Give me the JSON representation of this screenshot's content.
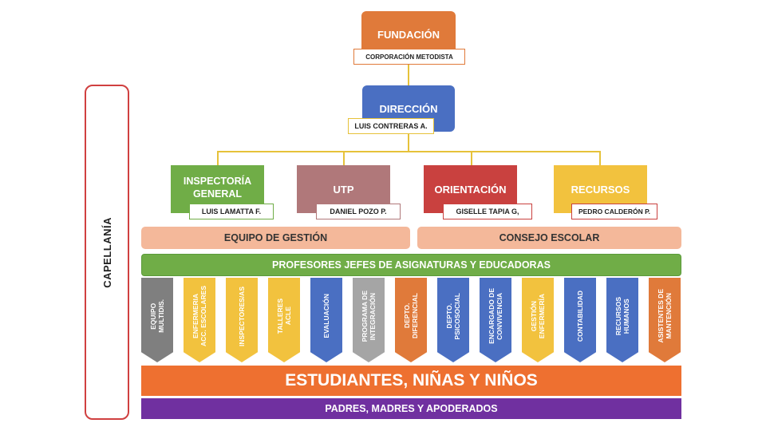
{
  "top": {
    "title": "FUNDACIÓN",
    "subtitle": "CORPORACIÓN METODISTA"
  },
  "direction": {
    "title": "DIRECCIÓN",
    "person": "LUIS CONTRERAS A."
  },
  "departments": [
    {
      "title": "INSPECTORÍA GENERAL",
      "person": "LUIS LAMATTA F.",
      "color": "#70ad47"
    },
    {
      "title": "UTP",
      "person": "DANIEL POZO P.",
      "color": "#b0787a"
    },
    {
      "title": "ORIENTACIÓN",
      "person": "GISELLE TAPIA G,",
      "color": "#c9413f"
    },
    {
      "title": "RECURSOS",
      "person": "PEDRO CALDERÓN P.",
      "color": "#f2c23e"
    }
  ],
  "teams": {
    "left": "EQUIPO DE GESTIÓN",
    "right": "CONSEJO ESCOLAR"
  },
  "teachers": "PROFESORES JEFES DE ASIGNATURAS Y EDUCADORAS",
  "units": [
    {
      "label": "EQUIPO\nMULTIDIS.",
      "color": "#7f7f7f"
    },
    {
      "label": "ENFERMERIA\nACC. ESCOLARES",
      "color": "#f2c23e"
    },
    {
      "label": "INSPECTORES/AS",
      "color": "#f2c23e"
    },
    {
      "label": "TALLERES\nACLE",
      "color": "#f2c23e"
    },
    {
      "label": "EVALUACIÓN",
      "color": "#4a6fc2"
    },
    {
      "label": "PROGRAMA DE\nINTEGRACIÓN",
      "color": "#a5a5a5"
    },
    {
      "label": "DEPTO.\nDIFERENCIAL",
      "color": "#e07a3a"
    },
    {
      "label": "DEPTO.\nPSICOSOCIAL",
      "color": "#4a6fc2"
    },
    {
      "label": "ENCARGADO DE\nCONVIVENCIA",
      "color": "#4a6fc2"
    },
    {
      "label": "GESTIÓN\nENFERMERÍA",
      "color": "#f2c23e"
    },
    {
      "label": "CONTABILIDAD",
      "color": "#4a6fc2"
    },
    {
      "label": "RECURSOS\nHUMANOS",
      "color": "#4a6fc2"
    },
    {
      "label": "ASISTENTES DE\nMANTENCIÓN",
      "color": "#e07a3a"
    }
  ],
  "students": "ESTUDIANTES, NIÑAS Y NIÑOS",
  "parents": "PADRES, MADRES Y APODERADOS",
  "side": "CAPELLANÍA",
  "colors": {
    "orange": "#e07a3a",
    "blue": "#4a6fc2",
    "peach": "#f4b89a",
    "green": "#70ad47",
    "deep_orange": "#ee7030",
    "purple": "#7030a0",
    "side_border": "#d04040"
  }
}
